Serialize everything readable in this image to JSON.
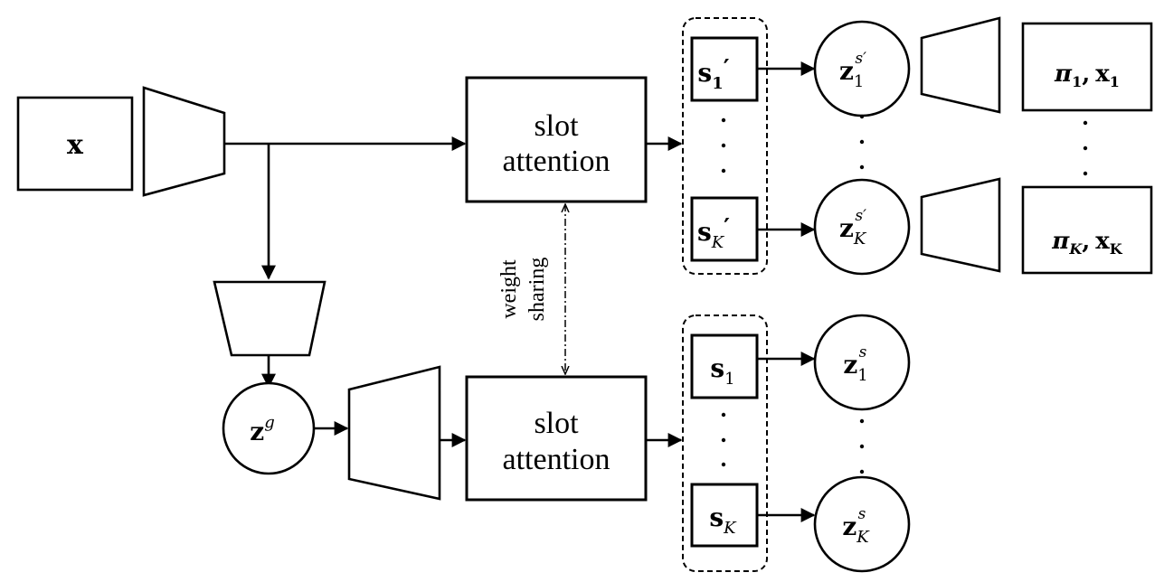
{
  "input": {
    "label": "x"
  },
  "blocks": {
    "slot_attention_top": {
      "line1": "slot",
      "line2": "attention"
    },
    "slot_attention_bottom": {
      "line1": "slot",
      "line2": "attention"
    }
  },
  "weight_sharing": {
    "line1": "weight",
    "line2": "sharing"
  },
  "global_latent": {
    "base": "z",
    "sup": "g"
  },
  "slots_top": [
    {
      "base": "s",
      "sub": "1",
      "prime": "′"
    },
    {
      "base": "s",
      "sub": "K",
      "prime": "′"
    }
  ],
  "slots_bottom": [
    {
      "base": "s",
      "sub": "1"
    },
    {
      "base": "s",
      "sub": "K"
    }
  ],
  "latents_top": [
    {
      "base": "z",
      "sub": "1",
      "sup": "s′"
    },
    {
      "base": "z",
      "sub": "K",
      "sup": "s′"
    }
  ],
  "latents_bottom": [
    {
      "base": "z",
      "sub": "1",
      "sup": "s"
    },
    {
      "base": "z",
      "sub": "K",
      "sup": "s"
    }
  ],
  "outputs": [
    {
      "pi": "π",
      "sub": "1",
      "sep": ",",
      "x": "x",
      "xsub": "1"
    },
    {
      "pi": "π",
      "sub": "K",
      "sep": ",",
      "x": "x",
      "xsub": "K"
    }
  ]
}
